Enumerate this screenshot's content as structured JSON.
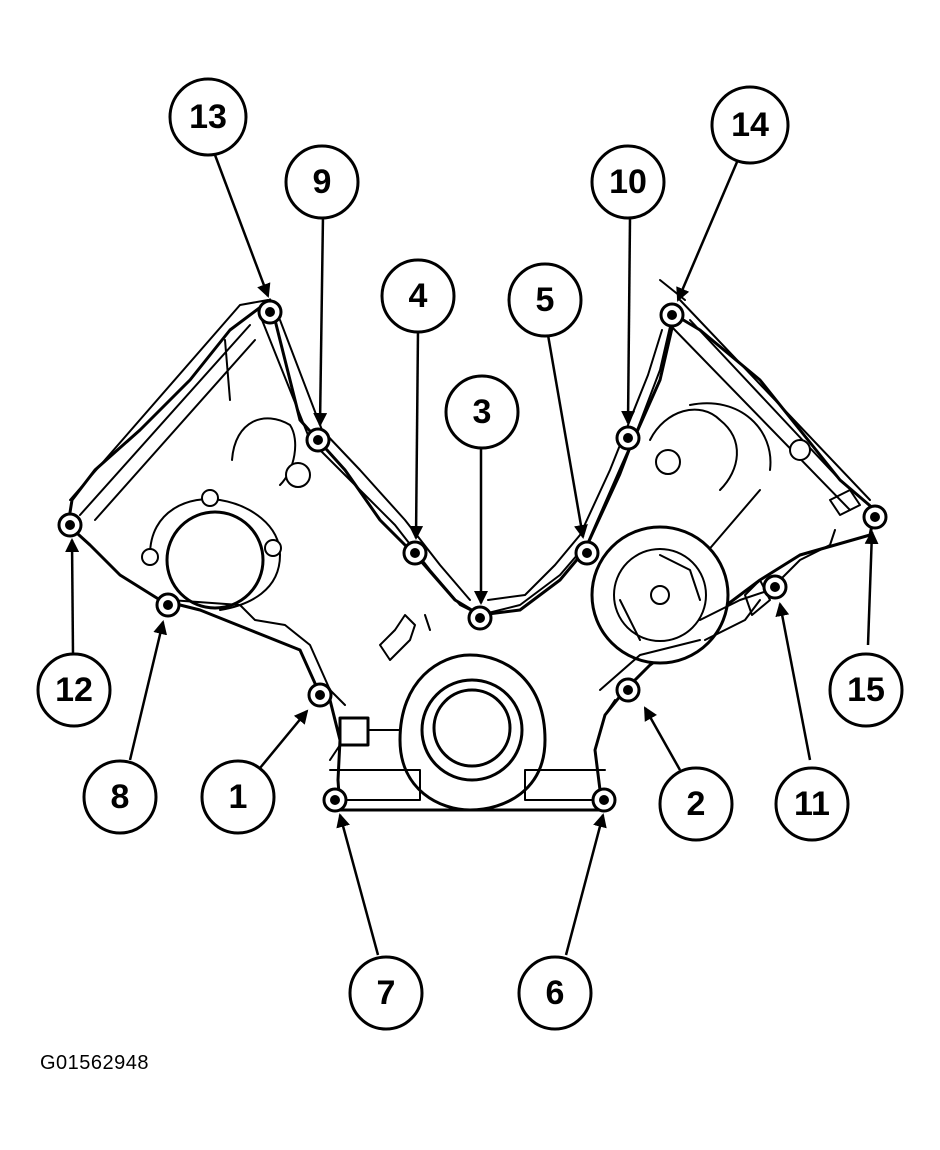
{
  "figure_id": "G01562948",
  "callouts": [
    {
      "label": "1"
    },
    {
      "label": "2"
    },
    {
      "label": "3"
    },
    {
      "label": "4"
    },
    {
      "label": "5"
    },
    {
      "label": "6"
    },
    {
      "label": "7"
    },
    {
      "label": "8"
    },
    {
      "label": "9"
    },
    {
      "label": "10"
    },
    {
      "label": "11"
    },
    {
      "label": "12"
    },
    {
      "label": "13"
    },
    {
      "label": "14"
    },
    {
      "label": "15"
    }
  ],
  "colors": {
    "ink": "#000000",
    "paper": "#ffffff"
  }
}
